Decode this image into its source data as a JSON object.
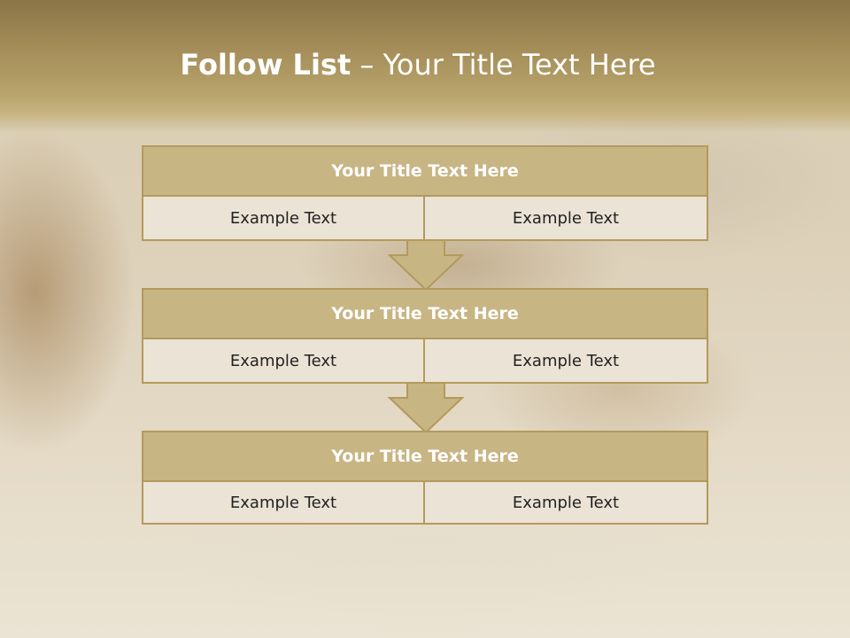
{
  "slide": {
    "title_bold": "Follow List",
    "title_rest": " – Your Title Text Here",
    "blocks": [
      {
        "title": "Your Title Text Here",
        "left": "Example Text",
        "right": "Example Text"
      },
      {
        "title": "Your Title Text Here",
        "left": "Example Text",
        "right": "Example Text"
      },
      {
        "title": "Your Title Text Here",
        "left": "Example Text",
        "right": "Example Text"
      }
    ]
  },
  "colors": {
    "header_fill": "#c8b584",
    "border": "#b39a5c",
    "cell_fill": "#ebe3d5",
    "title_band": "#a38c58"
  }
}
